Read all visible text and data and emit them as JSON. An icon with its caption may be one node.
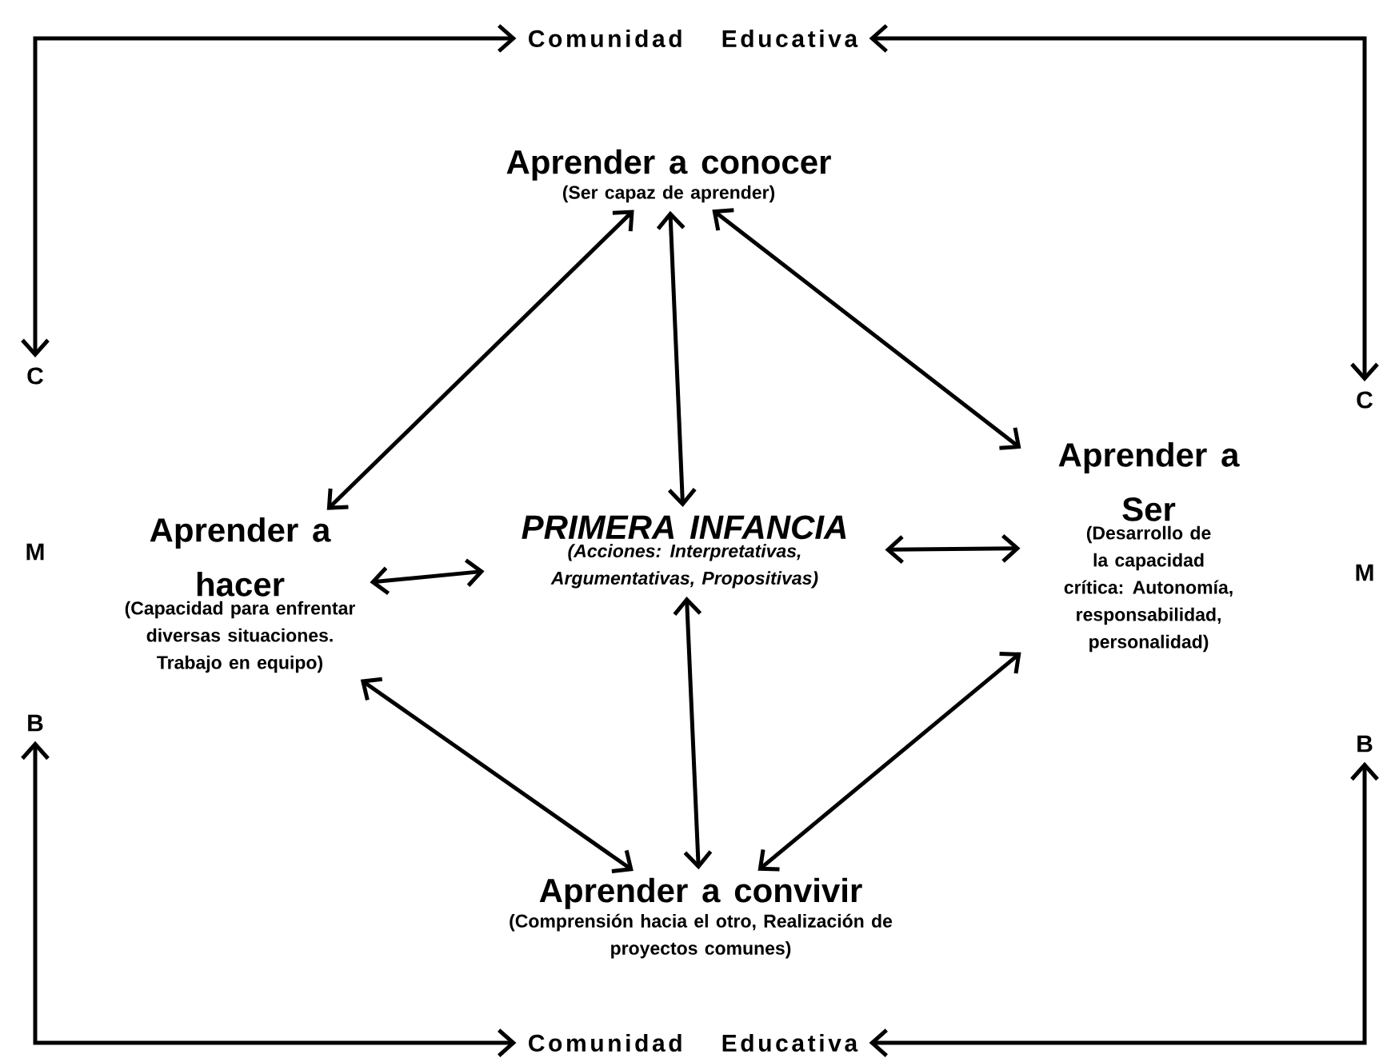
{
  "diagram": {
    "nodes": [
      {
        "text": [
          "Comunidad Educativa"
        ]
      },
      {
        "text": [
          "Aprender a conocer",
          "(Ser capaz de aprender)"
        ]
      },
      {
        "text": [
          "Aprender a hacer",
          "(Capacidad para enfrentar diversas situaciones. Trabajo en equipo)"
        ]
      },
      {
        "text": [
          "PRIMERA INFANCIA",
          "(Acciones: Interpretativas, Argumentativas, Propositivas)"
        ]
      },
      {
        "text": [
          "Aprender a Ser",
          "(Desarrollo de la capacidad crítica: Autonomía, responsabilidad, personalidad)"
        ]
      },
      {
        "text": [
          "Aprender a convivir",
          "(Comprensión hacia el otro, Realización de proyectos comunes)"
        ]
      },
      {
        "text": [
          "Comunidad Educativa"
        ]
      },
      {
        "text": [
          "C"
        ]
      },
      {
        "text": [
          "B"
        ]
      },
      {
        "text": [
          "C"
        ]
      },
      {
        "text": [
          "B"
        ]
      }
    ],
    "edges": [
      {
        "from": 7,
        "to": 0,
        "arrow": "both"
      },
      {
        "from": 9,
        "to": 0,
        "arrow": "both"
      },
      {
        "from": 1,
        "to": 2,
        "arrow": "both"
      },
      {
        "from": 1,
        "to": 3,
        "arrow": "both"
      },
      {
        "from": 1,
        "to": 4,
        "arrow": "both"
      },
      {
        "from": 2,
        "to": 3,
        "arrow": "both"
      },
      {
        "from": 3,
        "to": 4,
        "arrow": "both"
      },
      {
        "from": 2,
        "to": 5,
        "arrow": "both"
      },
      {
        "from": 3,
        "to": 5,
        "arrow": "both"
      },
      {
        "from": 4,
        "to": 5,
        "arrow": "both"
      },
      {
        "from": 8,
        "to": 6,
        "arrow": "both"
      },
      {
        "from": 10,
        "to": 6,
        "arrow": "both"
      }
    ],
    "labels": [
      "M",
      "M"
    ]
  }
}
